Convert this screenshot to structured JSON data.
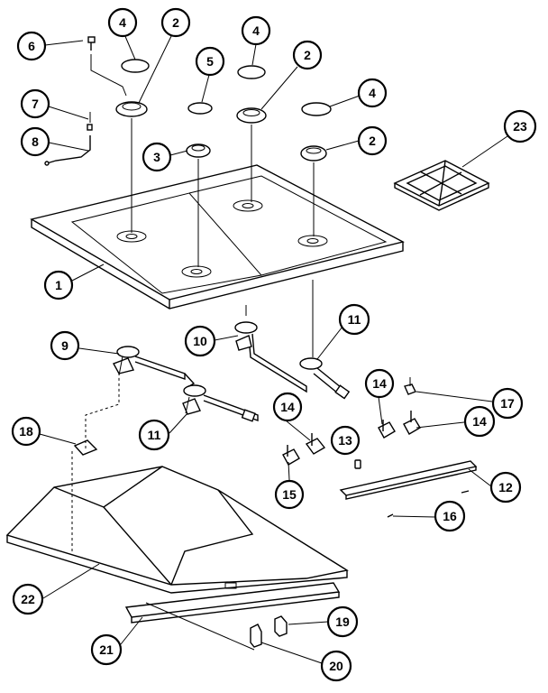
{
  "diagram": {
    "callouts": [
      {
        "id": "c6",
        "label": "6"
      },
      {
        "id": "c4a",
        "label": "4"
      },
      {
        "id": "c2a",
        "label": "2"
      },
      {
        "id": "c4b",
        "label": "4"
      },
      {
        "id": "c5",
        "label": "5"
      },
      {
        "id": "c2b",
        "label": "2"
      },
      {
        "id": "c4c",
        "label": "4"
      },
      {
        "id": "c7",
        "label": "7"
      },
      {
        "id": "c8",
        "label": "8"
      },
      {
        "id": "c3",
        "label": "3"
      },
      {
        "id": "c2c",
        "label": "2"
      },
      {
        "id": "c23",
        "label": "23"
      },
      {
        "id": "c1",
        "label": "1"
      },
      {
        "id": "c11a",
        "label": "11"
      },
      {
        "id": "c10",
        "label": "10"
      },
      {
        "id": "c9",
        "label": "9"
      },
      {
        "id": "c14a",
        "label": "14"
      },
      {
        "id": "c17",
        "label": "17"
      },
      {
        "id": "c14b",
        "label": "14"
      },
      {
        "id": "c14c",
        "label": "14"
      },
      {
        "id": "c18",
        "label": "18"
      },
      {
        "id": "c11b",
        "label": "11"
      },
      {
        "id": "c13",
        "label": "13"
      },
      {
        "id": "c12",
        "label": "12"
      },
      {
        "id": "c15",
        "label": "15"
      },
      {
        "id": "c16",
        "label": "16"
      },
      {
        "id": "c22",
        "label": "22"
      },
      {
        "id": "c19",
        "label": "19"
      },
      {
        "id": "c21",
        "label": "21"
      },
      {
        "id": "c20",
        "label": "20"
      }
    ]
  }
}
